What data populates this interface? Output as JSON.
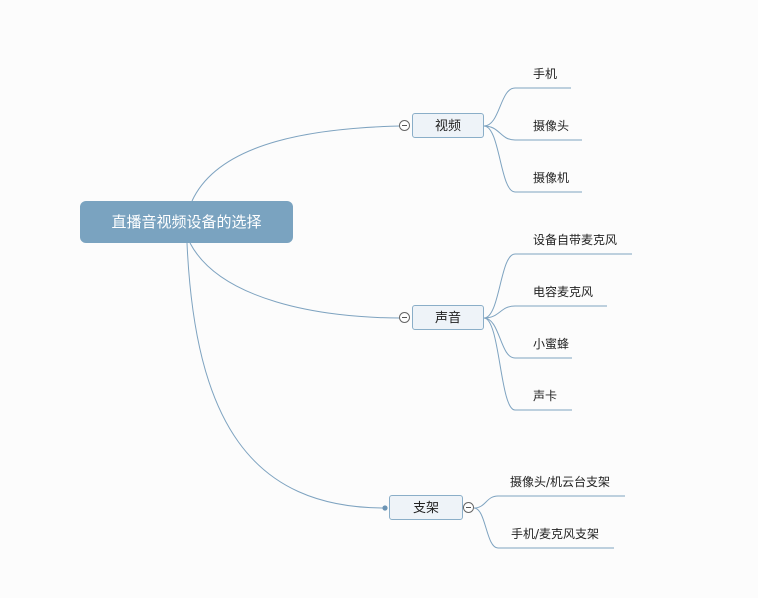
{
  "mindmap": {
    "root": "直播音视频设备的选择",
    "branches": [
      {
        "id": "video",
        "label": "视频",
        "children": [
          "手机",
          "摄像头",
          "摄像机"
        ]
      },
      {
        "id": "audio",
        "label": "声音",
        "children": [
          "设备自带麦克风",
          "电容麦克风",
          "小蜜蜂",
          "声卡"
        ]
      },
      {
        "id": "stand",
        "label": "支架",
        "children": [
          "摄像头/机云台支架",
          "手机/麦克风支架"
        ]
      }
    ],
    "colors": {
      "line": "#7ea3c0",
      "root_bg": "#7aa3c0",
      "node_bg": "#eef3f8",
      "node_border": "#8aaec8"
    },
    "icons": {
      "collapse": "minus-circle-icon",
      "anchor": "dot-icon"
    }
  }
}
